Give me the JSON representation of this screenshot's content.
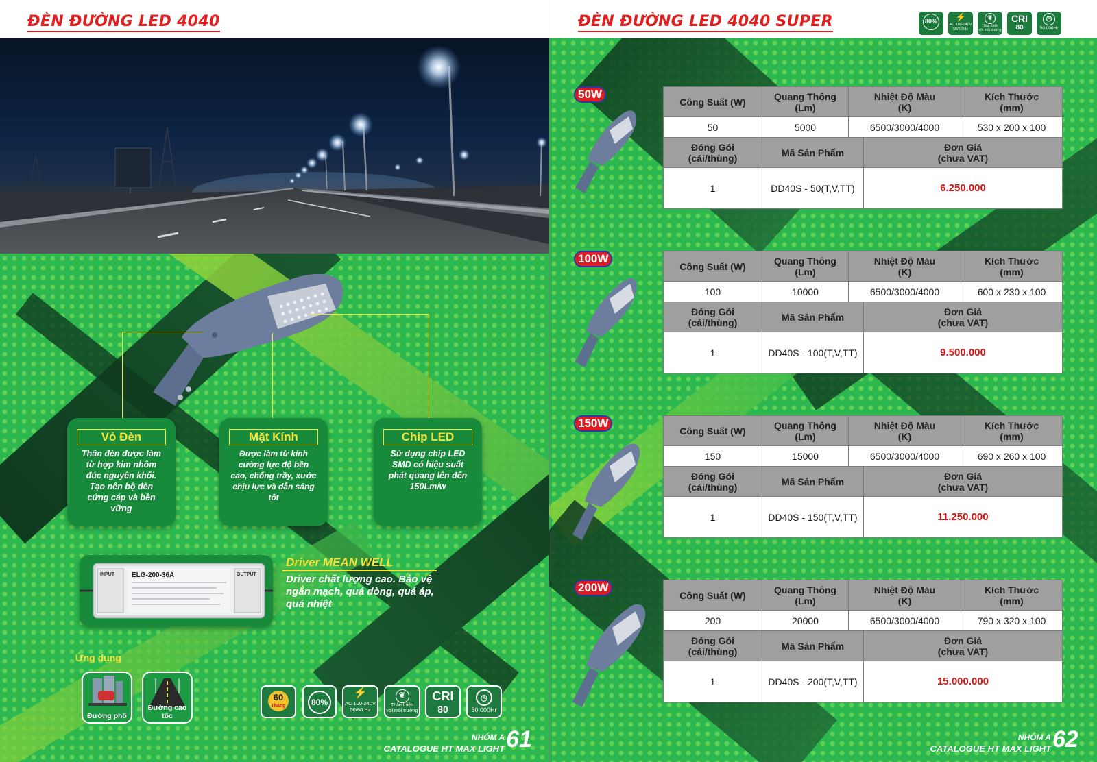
{
  "left_page": {
    "title": "ĐÈN ĐƯỜNG LED 4040",
    "features": [
      {
        "title": "Vỏ Đèn",
        "description": "Thân đèn được làm\ntừ hợp kim nhôm\nđúc nguyên khối.\nTạo nên bộ đèn\ncứng cáp và bền\nvững"
      },
      {
        "title": "Mặt Kính",
        "description": "Được làm từ kính\ncường lực độ bền\ncao, chống trầy, xước\nchịu lực và dẫn sáng\ntốt"
      },
      {
        "title": "Chip LED",
        "description": "Sử dụng chip LED\nSMD có hiệu suất\nphát quang lên đến\n150Lm/w"
      }
    ],
    "driver": {
      "title_prefix": "Driver ",
      "title_brand": "MEAN WELL",
      "description": "Driver chất lượng cao. Bảo vệ\nngắn mạch, quá dòng, quá áp,\nquá nhiệt",
      "model_label": "ELG-200-36A",
      "input_label": "INPUT",
      "output_label": "OUTPUT"
    },
    "applications": {
      "title": "Ứng dụng",
      "items": [
        "Đường phố",
        "Đường cao tốc"
      ]
    },
    "badges": {
      "warranty_value": "60",
      "warranty_unit": "Tháng",
      "energy_saving": "80%",
      "power": "AC 100-240V\n50/60 Hz",
      "eco": "Thân thiện\nvới môi trường",
      "cri_label": "CRI",
      "cri_value": "80",
      "lifetime": "50 000Hr"
    },
    "footer": {
      "group": "NHÓM A",
      "catalogue": "CATALOGUE HT MAX LIGHT",
      "page_number": "61"
    }
  },
  "right_page": {
    "title": "ĐÈN ĐƯỜNG LED 4040 SUPER",
    "top_badges": {
      "energy_saving": "80%",
      "power": "AC 100-240V\n50/60 Hz",
      "eco": "Thân thiện\nvới môi trường",
      "cri_label": "CRI",
      "cri_value": "80",
      "lifetime": "50 000Hr"
    },
    "table_headers": {
      "power": "Công Suất (W)",
      "lumen": "Quang Thông\n(Lm)",
      "color_temp": "Nhiệt Độ Màu\n(K)",
      "size": "Kích Thước\n(mm)",
      "packing": "Đóng Gói\n(cái/thùng)",
      "code": "Mã Sản Phẩm",
      "price": "Đơn Giá\n(chưa VAT)"
    },
    "products": [
      {
        "badge": "50W",
        "power": "50",
        "lumen": "5000",
        "color_temp": "6500/3000/4000",
        "size": "530 x 200 x 100",
        "packing": "1",
        "code": "DD40S - 50(T,V,TT)",
        "price": "6.250.000"
      },
      {
        "badge": "100W",
        "power": "100",
        "lumen": "10000",
        "color_temp": "6500/3000/4000",
        "size": "600 x 230 x 100",
        "packing": "1",
        "code": "DD40S - 100(T,V,TT)",
        "price": "9.500.000"
      },
      {
        "badge": "150W",
        "power": "150",
        "lumen": "15000",
        "color_temp": "6500/3000/4000",
        "size": "690 x 260 x 100",
        "packing": "1",
        "code": "DD40S - 150(T,V,TT)",
        "price": "11.250.000"
      },
      {
        "badge": "200W",
        "power": "200",
        "lumen": "20000",
        "color_temp": "6500/3000/4000",
        "size": "790 x 320 x 100",
        "packing": "1",
        "code": "DD40S - 200(T,V,TT)",
        "price": "15.000.000"
      }
    ],
    "footer": {
      "group": "NHÓM A",
      "catalogue": "CATALOGUE HT MAX LIGHT",
      "page_number": "62"
    }
  },
  "colors": {
    "green": "#2db84f",
    "dark_green": "#188a3c",
    "title_red": "#e02020",
    "price_red": "#d21717",
    "yellow": "#f4e23a",
    "table_header_gray": "#9f9f9f"
  }
}
